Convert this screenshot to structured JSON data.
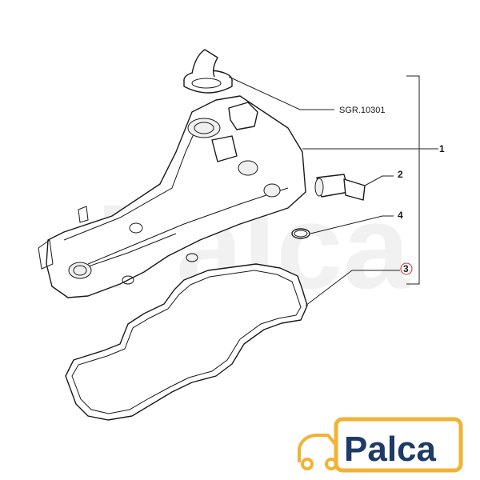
{
  "diagram": {
    "reference_code": "SGR.10301",
    "callouts": [
      {
        "id": "1",
        "label": "1"
      },
      {
        "id": "2",
        "label": "2"
      },
      {
        "id": "3",
        "label": "3"
      },
      {
        "id": "4",
        "label": "4"
      }
    ]
  },
  "brand": {
    "name": "Palca",
    "accent_color": "#f2b233",
    "text_color": "#1e3a66",
    "icon": "car-icon"
  },
  "callout_highlight_color": "#d9252b"
}
